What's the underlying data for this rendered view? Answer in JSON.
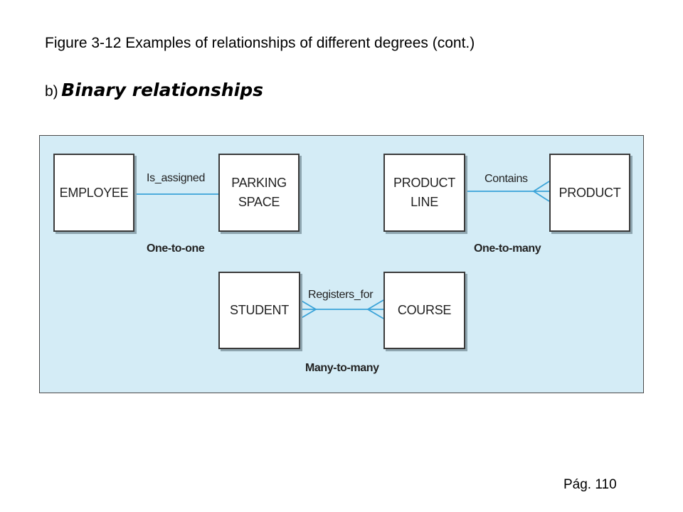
{
  "slide": {
    "title": "Figure 3-12 Examples of relationships of different degrees (cont.)",
    "subtitle_prefix": "b)",
    "subtitle_emphasis": "Binary relationships",
    "page_number": "Pág. 110"
  },
  "diagram": {
    "background_color": "#d4ecf6",
    "line_color": "#3aa3d8",
    "entities": {
      "employee": "EMPLOYEE",
      "parking_space": "PARKING\nSPACE",
      "product_line": "PRODUCT\nLINE",
      "product": "PRODUCT",
      "student": "STUDENT",
      "course": "COURSE"
    },
    "relationships": {
      "is_assigned": "Is_assigned",
      "contains": "Contains",
      "registers_for": "Registers_for"
    },
    "degrees": {
      "one_to_one": "One-to-one",
      "one_to_many": "One-to-many",
      "many_to_many": "Many-to-many"
    }
  }
}
